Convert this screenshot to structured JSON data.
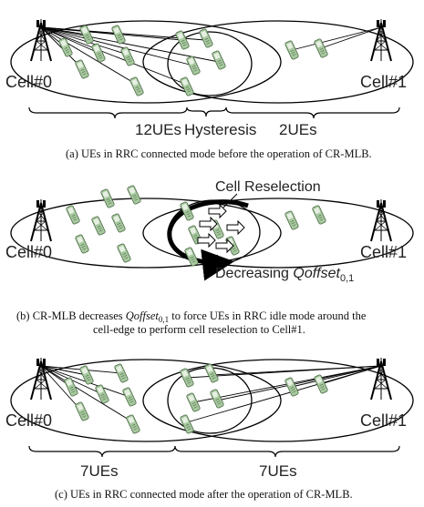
{
  "panel_a": {
    "cell0": "Cell#0",
    "cell1": "Cell#1",
    "count_left": "12UEs",
    "hysteresis": "Hysteresis",
    "count_right": "2UEs",
    "caption": "(a) UEs in RRC connected mode before the operation of CR-MLB."
  },
  "panel_b": {
    "cell0": "Cell#0",
    "cell1": "Cell#1",
    "reselection": "Cell Reselection",
    "decreasing": "Decreasing",
    "qoffset": "Qoffset",
    "qoffset_sub": "0,1",
    "caption_1": "(b) CR-MLB decreases",
    "caption_q": "Qoffset",
    "caption_q_sub": "0,1",
    "caption_2": "to force UEs in RRC idle mode around the",
    "caption_3": "cell-edge to perform cell reselection to Cell#1."
  },
  "panel_c": {
    "cell0": "Cell#0",
    "cell1": "Cell#1",
    "count_left": "7UEs",
    "count_right": "7UEs",
    "caption": "(c) UEs in RRC connected mode after the operation of CR-MLB."
  },
  "icons": [
    "cell-tower-icon",
    "mobile-phone-icon",
    "reselection-arrow-icon"
  ],
  "colors": {
    "phone_body": "#a8c9a0",
    "phone_screen": "#e6efe2",
    "line": "#000000"
  }
}
